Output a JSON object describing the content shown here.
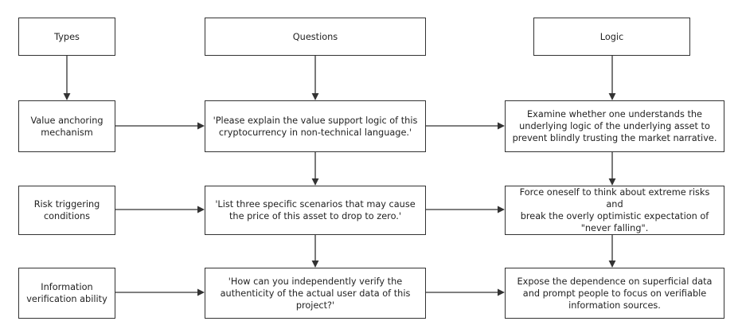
{
  "headers": {
    "types": "Types",
    "questions": "Questions",
    "logic": "Logic"
  },
  "rows": [
    {
      "type": "Value anchoring\nmechanism",
      "question": "'Please explain the value support logic of this\ncryptocurrency in non-technical language.'",
      "logic": "Examine whether one understands the\nunderlying logic of the underlying asset to\nprevent blindly trusting the market narrative."
    },
    {
      "type": "Risk triggering\nconditions",
      "question": "'List three specific scenarios that may cause\nthe price of this asset to drop to zero.'",
      "logic": "Force oneself to think about extreme risks and\nbreak the overly optimistic expectation of\n\"never falling\"."
    },
    {
      "type": "Information\nverification ability",
      "question": "'How can you independently verify the\nauthenticity of the actual user data of this\nproject?'",
      "logic": "Expose the dependence on superficial data\nand prompt people to focus on verifiable\ninformation sources."
    }
  ],
  "colors": {
    "stroke": "#333333",
    "text": "#222222",
    "background": "#ffffff"
  }
}
